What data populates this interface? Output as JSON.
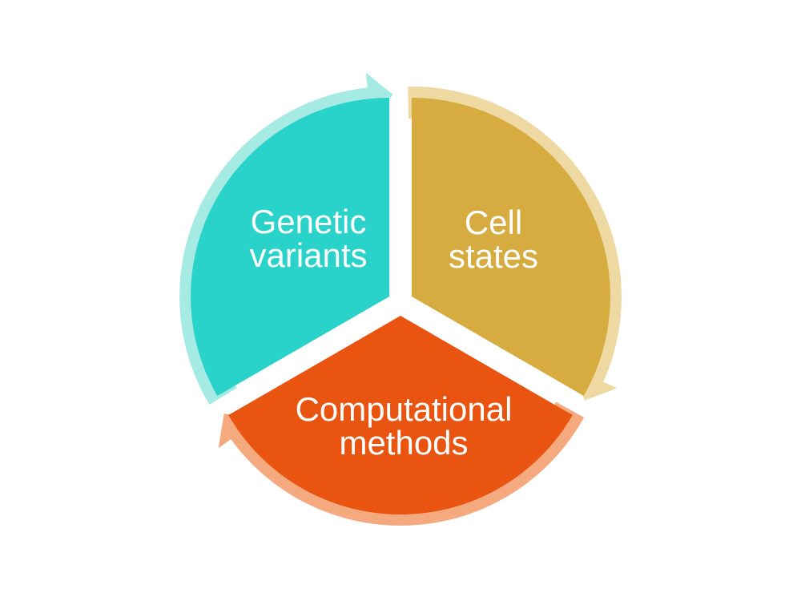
{
  "diagram": {
    "type": "cycle-diagram",
    "direction": "clockwise",
    "background_color": "#ffffff",
    "text_color": "#ffffff",
    "segments": [
      {
        "id": "genetic-variants",
        "line1": "Genetic",
        "line2": "variants",
        "color": "#29d3c9",
        "light_color": "#a6eae4"
      },
      {
        "id": "cell-states",
        "line1": "Cell",
        "line2": "states",
        "color": "#d6ab40",
        "light_color": "#edd9a1"
      },
      {
        "id": "computational-methods",
        "line1": "Computational",
        "line2": "methods",
        "color": "#e95410",
        "light_color": "#f5a97e"
      }
    ]
  }
}
